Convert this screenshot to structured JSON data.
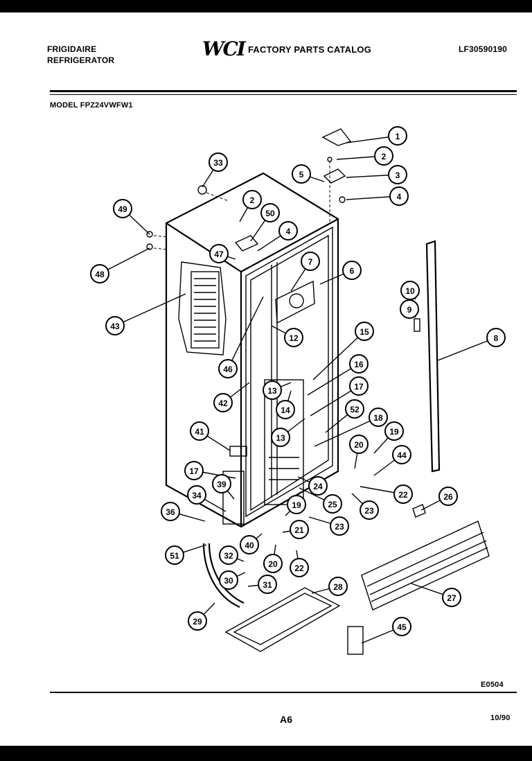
{
  "header": {
    "brand_line1": "FRIGIDAIRE",
    "brand_line2": "REFRIGERATOR",
    "logo": "WCI",
    "catalog_title": "FACTORY PARTS CATALOG",
    "catalog_number": "LF30590190",
    "model": "MODEL FPZ24VWFW1"
  },
  "callouts": [
    "1",
    "2",
    "3",
    "4",
    "5",
    "2",
    "50",
    "4",
    "47",
    "49",
    "48",
    "43",
    "33",
    "6",
    "7",
    "12",
    "46",
    "42",
    "13",
    "14",
    "13",
    "15",
    "16",
    "17",
    "52",
    "18",
    "10",
    "9",
    "8",
    "19",
    "20",
    "44",
    "22",
    "26",
    "41",
    "17",
    "39",
    "34",
    "36",
    "51",
    "32",
    "30",
    "31",
    "29",
    "40",
    "20",
    "19",
    "21",
    "23",
    "25",
    "24",
    "23",
    "22",
    "28",
    "27",
    "45"
  ],
  "footer": {
    "ecode": "E0504",
    "page": "A6",
    "date": "10/90"
  }
}
